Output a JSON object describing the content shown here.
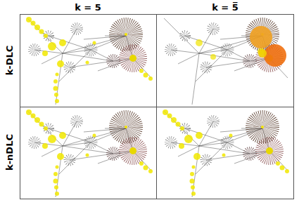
{
  "diagram": {
    "labels": [
      "k = 5",
      "k = 5̅",
      "k-DLC",
      "k-nDLC"
    ]
  }
}
